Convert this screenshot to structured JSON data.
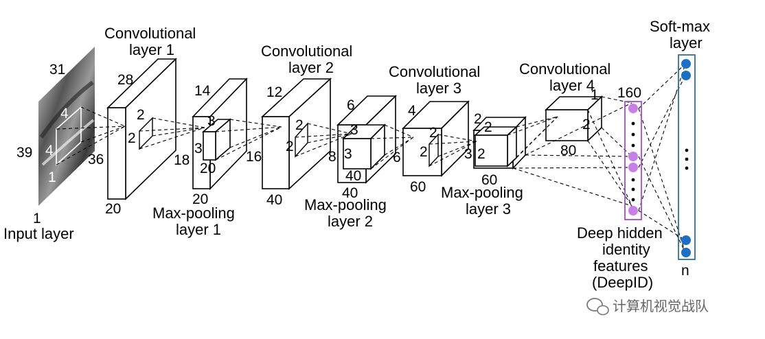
{
  "labels": {
    "input": "Input layer",
    "conv1": "Convolutional layer 1",
    "conv1_l1": "Convolutional",
    "conv1_l2": "layer 1",
    "pool1_l1": "Max-pooling",
    "pool1_l2": "layer 1",
    "conv2_l1": "Convolutional",
    "conv2_l2": "layer 2",
    "pool2_l1": "Max-pooling",
    "pool2_l2": "layer 2",
    "conv3_l1": "Convolutional",
    "conv3_l2": "layer 3",
    "pool3_l1": "Max-pooling",
    "pool3_l2": "layer 3",
    "conv4_l1": "Convolutional",
    "conv4_l2": "layer 4",
    "softmax_l1": "Soft-max",
    "softmax_l2": "layer",
    "deepid_l1": "Deep hidden",
    "deepid_l2": "identity",
    "deepid_l3": "features",
    "deepid_l4": "(DeepID)",
    "softmax_n": "n",
    "deepid_160": "160"
  },
  "dims": {
    "input": {
      "w": "31",
      "h": "39",
      "d": "1",
      "k1": "4",
      "k2": "4",
      "k3": "1"
    },
    "conv1": {
      "top": "28",
      "left": "36",
      "bottom": "20",
      "k1": "2",
      "k2": "2"
    },
    "pool1": {
      "top": "14",
      "left": "18",
      "bottom": "20",
      "k1": "3",
      "k2": "3",
      "k3": "20"
    },
    "conv2": {
      "top": "12",
      "left": "16",
      "bottom": "40",
      "k1": "2",
      "k2": "2"
    },
    "pool2": {
      "top": "6",
      "left": "8",
      "bottom": "40",
      "k1": "3",
      "k2": "3",
      "k3": "40"
    },
    "conv3": {
      "top": "4",
      "left": "6",
      "bottom": "60",
      "k1": "2",
      "k2": "2"
    },
    "pool3": {
      "top": "2",
      "left": "3",
      "bottom": "60",
      "k1": "2",
      "k2": "2",
      "k3": "2"
    },
    "conv4": {
      "top": "1",
      "right": "2",
      "bottom": "80"
    }
  },
  "watermark": "计算机视觉战队",
  "colors": {
    "deepid_node": "#c97fe8",
    "deepid_box": "#a24bd0",
    "softmax_node": "#1b6fc4",
    "softmax_box": "#2a6fa8"
  }
}
